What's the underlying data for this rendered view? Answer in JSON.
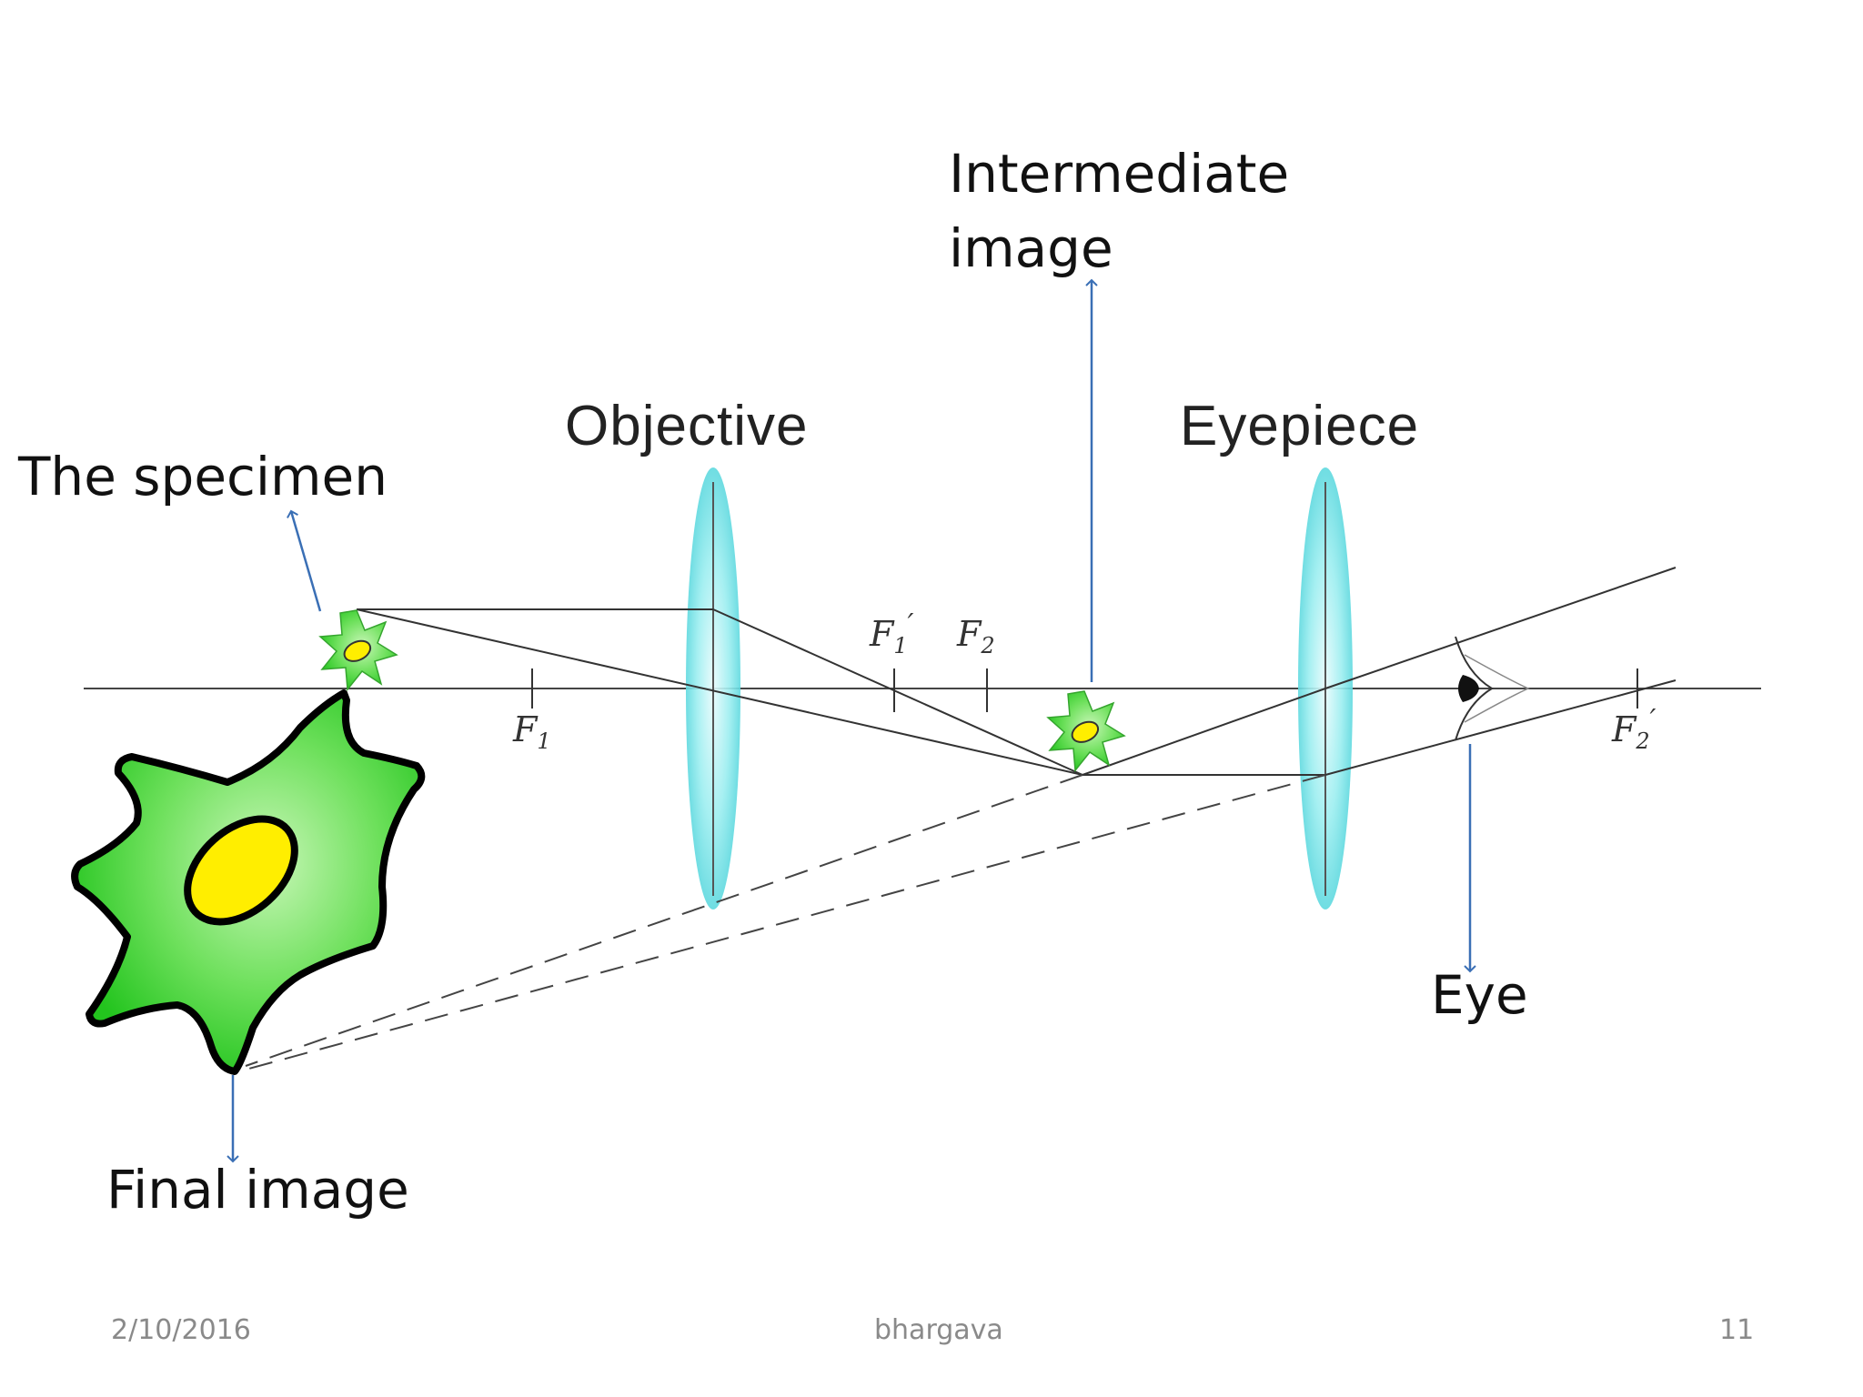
{
  "labels": {
    "intermediate_image": [
      "Intermediate",
      "image"
    ],
    "specimen": "The specimen",
    "objective": "Objective",
    "eyepiece": "Eyepiece",
    "eye": "Eye",
    "final_image": "Final image"
  },
  "focal_points": {
    "f1": "F",
    "f1_sub": "1",
    "f1_prime": "F",
    "f1_prime_sub": "1",
    "f2": "F",
    "f2_sub": "2",
    "f2_prime": "F",
    "f2_prime_sub": "2",
    "prime_mark": "′"
  },
  "footer": {
    "date": "2/10/2016",
    "author": "bhargava",
    "page": "11"
  },
  "colors": {
    "cell_fill": "#4fe04a",
    "nucleus_fill": "#ffee00",
    "lens_fill": "#7fe6ea",
    "callout_arrow": "#3a6fb5",
    "ray_line": "#333333"
  }
}
